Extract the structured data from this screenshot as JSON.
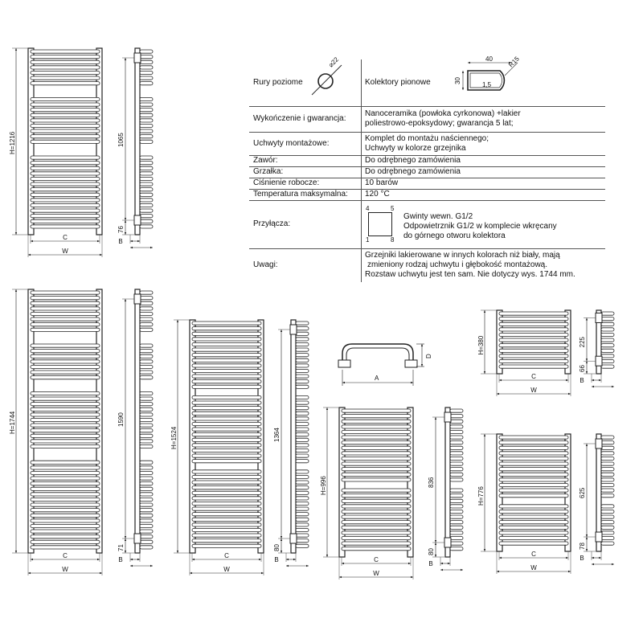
{
  "spec_table": {
    "horizontal_tubes_label": "Rury poziome",
    "horizontal_tube_diameter": "⌀22",
    "vertical_collectors_label": "Kolektory pionowe",
    "collector_dims": {
      "width": "40",
      "height": "30",
      "radius": "R15",
      "wall": "1,5"
    },
    "finish": {
      "label": "Wykończenie i gwarancja:",
      "lines": [
        "Nanoceramika (powłoka cyrkonowa) +lakier",
        "poliestrowo-epoksydowy; gwarancja 5 lat;"
      ]
    },
    "mounting": {
      "label": "Uchwyty montażowe:",
      "lines": [
        "Komplet do montażu naściennego;",
        "Uchwyty w kolorze grzejnika"
      ]
    },
    "valve": {
      "label": "Zawór:",
      "value": "Do odrębnego zamówienia"
    },
    "heater": {
      "label": "Grzałka:",
      "value": "Do odrębnego zamówienia"
    },
    "pressure": {
      "label": "Ciśnienie robocze:",
      "value": "10 barów"
    },
    "max_temp": {
      "label": "Temperatura maksymalna:",
      "value": "120 °C"
    },
    "connections": {
      "label": "Przyłącza:",
      "corner_numbers": [
        "4",
        "5",
        "1",
        "8"
      ],
      "lines": [
        "Gwinty wewn. G1/2",
        "Odpowietrznik G1/2  w komplecie wkręcany",
        "do górnego otworu kolektora"
      ]
    },
    "notes": {
      "label": "Uwagi:",
      "lines": [
        "Grzejniki lakierowane w innych kolorach niż biały, mają",
        "zmieniony rodzaj uchwytu i głębokość montażową.",
        "Rozstaw uchwytu jest ten sam. Nie dotyczy wys. 1744 mm."
      ]
    }
  },
  "common_labels": {
    "c": "C",
    "w": "W",
    "b": "B",
    "a": "A",
    "d": "D"
  },
  "radiators": [
    {
      "height_label": "H=1216",
      "mount_spacing": "1065",
      "bottom_offset": "76"
    },
    {
      "height_label": "H=1744",
      "mount_spacing": "1590",
      "bottom_offset": "71"
    },
    {
      "height_label": "H=1524",
      "mount_spacing": "1364",
      "bottom_offset": "80"
    },
    {
      "height_label": "H=996",
      "mount_spacing": "836",
      "bottom_offset": "80"
    },
    {
      "height_label": "H=380",
      "mount_spacing": "225",
      "bottom_offset": "66"
    },
    {
      "height_label": "H=776",
      "mount_spacing": "625",
      "bottom_offset": "78"
    }
  ]
}
